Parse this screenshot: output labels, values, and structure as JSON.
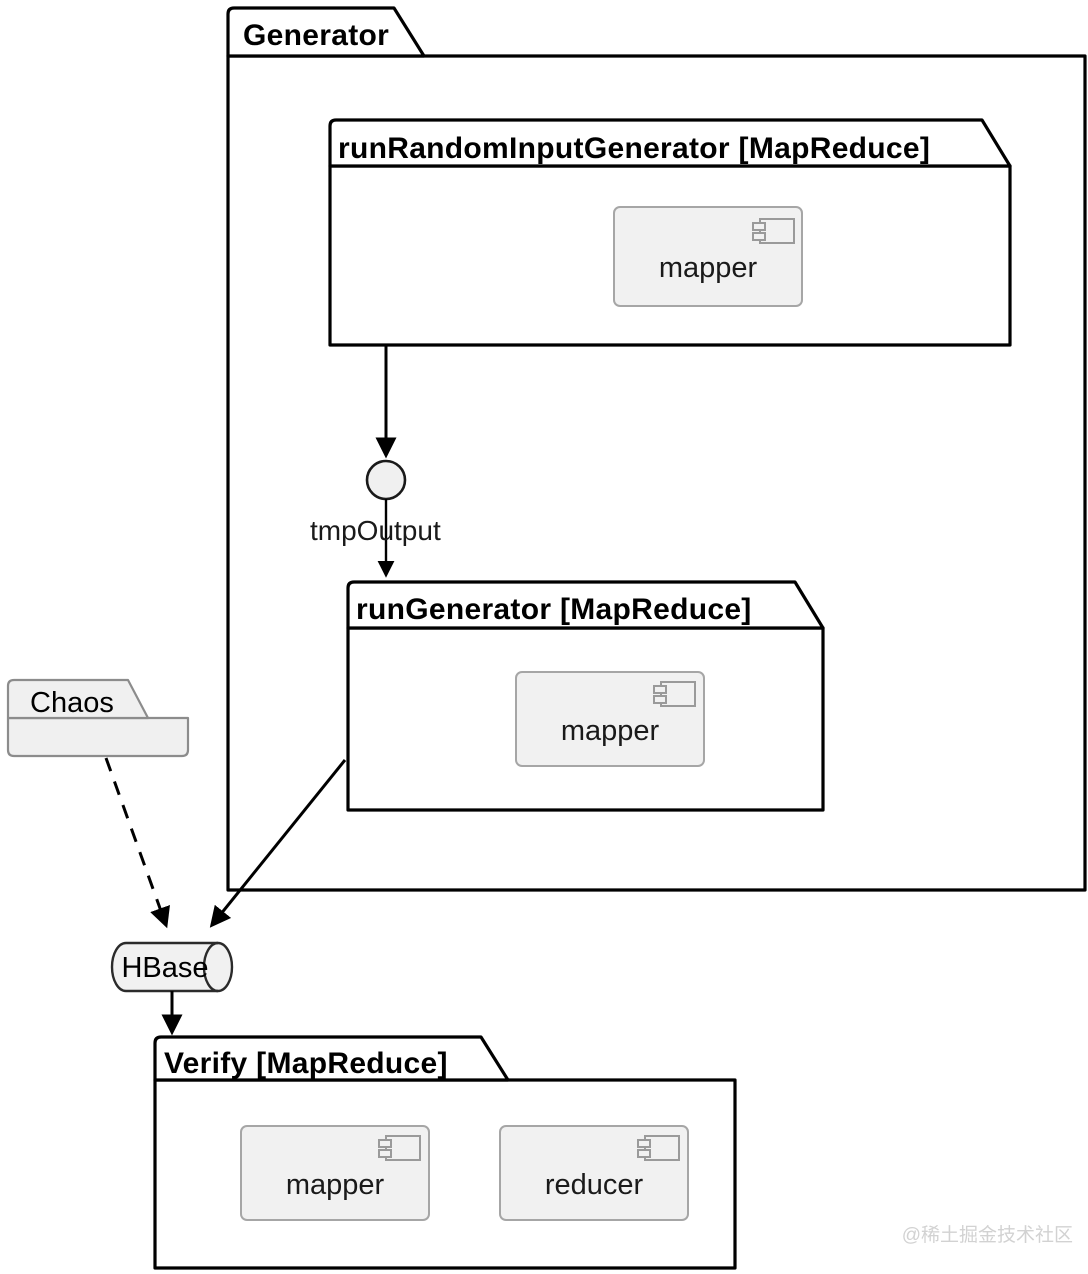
{
  "diagram": {
    "type": "uml-package-component-diagram",
    "background": "#ffffff",
    "watermark": "@稀土掘金技术社区",
    "packages": [
      {
        "id": "generator",
        "title": "Generator",
        "style": "outlined",
        "fill": "#ffffff",
        "stroke": "#000000"
      },
      {
        "id": "run-random-input-generator",
        "title": "runRandomInputGenerator [MapReduce]",
        "style": "outlined",
        "fill": "#ffffff",
        "stroke": "#000000"
      },
      {
        "id": "run-generator",
        "title": "runGenerator [MapReduce]",
        "style": "outlined",
        "fill": "#ffffff",
        "stroke": "#000000"
      },
      {
        "id": "verify",
        "title": "Verify [MapReduce]",
        "style": "outlined",
        "fill": "#ffffff",
        "stroke": "#000000"
      },
      {
        "id": "chaos",
        "title": "Chaos",
        "style": "filled",
        "fill": "#f0f0f0",
        "stroke": "#8c8c8c"
      }
    ],
    "components": [
      {
        "id": "mapper-random-input",
        "label": "mapper",
        "icon": "component-icon",
        "fill": "#f1f1f1",
        "stroke": "#a6a6a6"
      },
      {
        "id": "mapper-generator",
        "label": "mapper",
        "icon": "component-icon",
        "fill": "#f1f1f1",
        "stroke": "#a6a6a6"
      },
      {
        "id": "mapper-verify",
        "label": "mapper",
        "icon": "component-icon",
        "fill": "#f1f1f1",
        "stroke": "#a6a6a6"
      },
      {
        "id": "reducer-verify",
        "label": "reducer",
        "icon": "component-icon",
        "fill": "#f1f1f1",
        "stroke": "#a6a6a6"
      }
    ],
    "database": {
      "id": "hbase",
      "label": "HBase",
      "shape": "cylinder",
      "fill": "#f1f1f1",
      "stroke": "#2b2b2b"
    },
    "junction": {
      "id": "tmp-output-node",
      "shape": "circle",
      "fill": "#f0f0f0",
      "stroke": "#1a1a1a"
    },
    "edges": [
      {
        "id": "edge-random-input-to-node",
        "from": "run-random-input-generator",
        "to": "tmp-output-node",
        "style": "solid",
        "label": ""
      },
      {
        "id": "edge-node-to-run-generator",
        "from": "tmp-output-node",
        "to": "run-generator",
        "style": "solid",
        "label": "tmpOutput"
      },
      {
        "id": "edge-run-generator-to-hbase",
        "from": "run-generator",
        "to": "hbase",
        "style": "solid",
        "label": ""
      },
      {
        "id": "edge-chaos-to-hbase",
        "from": "chaos",
        "to": "hbase",
        "style": "dashed",
        "label": ""
      },
      {
        "id": "edge-hbase-to-verify",
        "from": "hbase",
        "to": "verify",
        "style": "solid",
        "label": ""
      }
    ],
    "labels": {
      "tmp_output": "tmpOutput"
    }
  }
}
